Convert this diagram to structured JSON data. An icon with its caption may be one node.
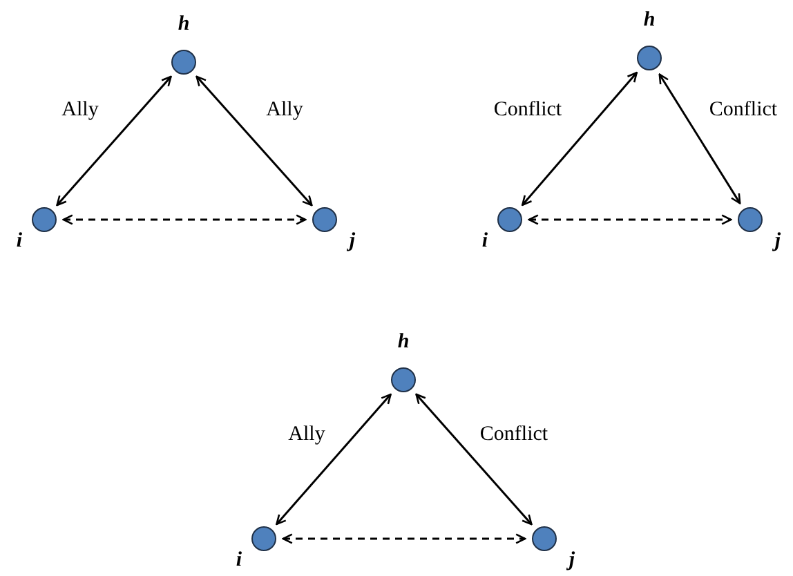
{
  "diagram": {
    "nodes": [
      {
        "text": [],
        "shape": "circle",
        "beside": [
          "h"
        ]
      },
      {
        "text": [],
        "shape": "circle",
        "beside": [
          "i"
        ]
      },
      {
        "text": [],
        "shape": "circle",
        "beside": [
          "j"
        ]
      },
      {
        "text": [],
        "shape": "circle",
        "beside": [
          "h"
        ]
      },
      {
        "text": [],
        "shape": "circle",
        "beside": [
          "i"
        ]
      },
      {
        "text": [],
        "shape": "circle",
        "beside": [
          "j"
        ]
      },
      {
        "text": [],
        "shape": "circle",
        "beside": [
          "h"
        ]
      },
      {
        "text": [],
        "shape": "circle",
        "beside": [
          "i"
        ]
      },
      {
        "text": [],
        "shape": "circle",
        "beside": [
          "j"
        ]
      }
    ],
    "edges": [
      {
        "from": 0,
        "to": 1,
        "arrow": "both",
        "label": "Ally"
      },
      {
        "from": 0,
        "to": 2,
        "arrow": "both",
        "label": "Ally"
      },
      {
        "from": 1,
        "to": 2,
        "arrow": "both",
        "style": "dashed"
      },
      {
        "from": 3,
        "to": 4,
        "arrow": "both",
        "label": "Conflict"
      },
      {
        "from": 3,
        "to": 5,
        "arrow": "both",
        "label": "Conflict"
      },
      {
        "from": 4,
        "to": 5,
        "arrow": "both",
        "style": "dashed"
      },
      {
        "from": 6,
        "to": 7,
        "arrow": "both",
        "label": "Ally"
      },
      {
        "from": 6,
        "to": 8,
        "arrow": "both",
        "label": "Conflict"
      },
      {
        "from": 7,
        "to": 8,
        "arrow": "both",
        "style": "dashed"
      }
    ]
  }
}
